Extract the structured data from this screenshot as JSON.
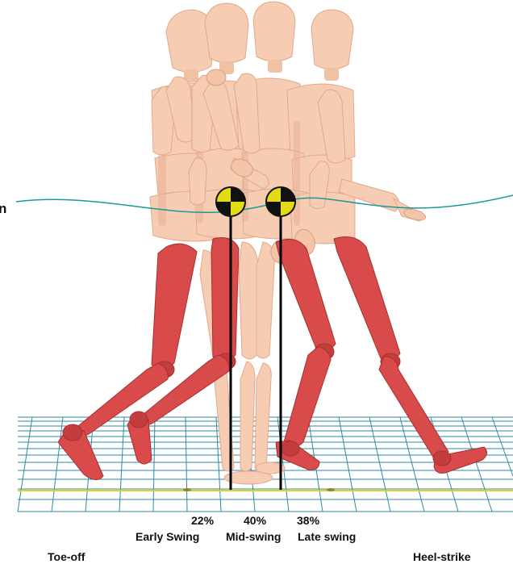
{
  "colors": {
    "upper_body": "#f6cdb3",
    "upper_body_shade": "#e7ad8f",
    "swing_leg": "#d94a4a",
    "swing_leg_shade": "#b93535",
    "com_trace": "#1a9a96",
    "grid": "#2f8aa3",
    "ground_line": "#e0d21a",
    "com_marker_yellow": "#e3dc14",
    "com_marker_black": "#111111"
  },
  "icons": {
    "com_marker": "center-of-mass-icon"
  },
  "phases": [
    {
      "percent": "22%",
      "name": "Early Swing"
    },
    {
      "percent": "40%",
      "name": "Mid-swing"
    },
    {
      "percent": "38%",
      "name": "Late swing"
    }
  ],
  "events": {
    "start": "Toe-off",
    "end": "Heel-strike"
  },
  "edge_label": "n"
}
